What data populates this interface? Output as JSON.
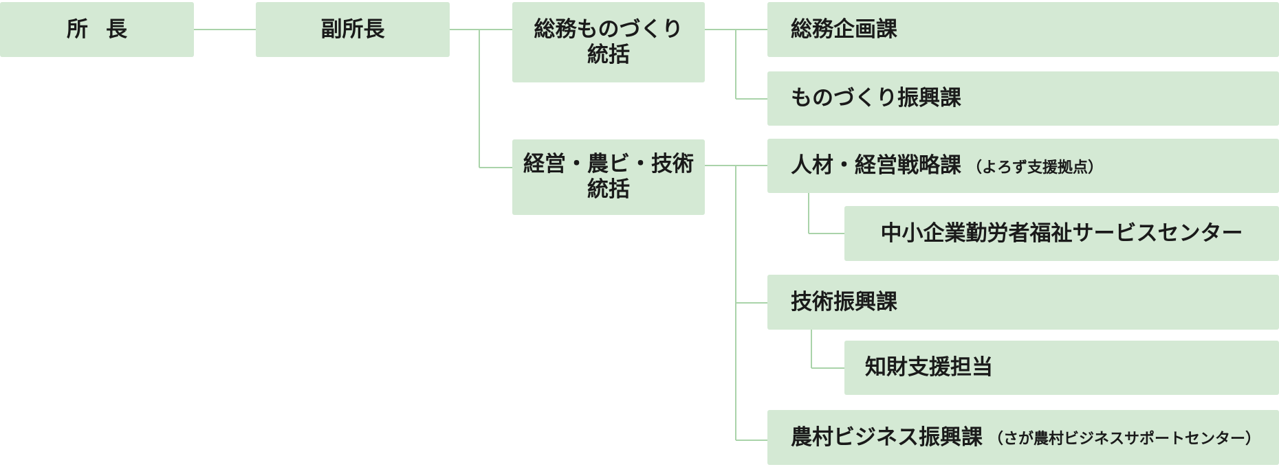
{
  "org": {
    "director": "所長",
    "deputy": "副所長",
    "g1": {
      "line1": "総務ものづくり",
      "line2": "統括"
    },
    "g2": {
      "line1": "経営・農ビ・技術",
      "line2": "統括"
    },
    "general_affairs": "総務企画課",
    "manufacturing": "ものづくり振興課",
    "hr": {
      "label": "人材・経営戦略課",
      "note": "（よろず支援拠点）"
    },
    "welfare_center": "中小企業勤労者福祉サービスセンター",
    "tech": "技術振興課",
    "ip": "知財支援担当",
    "rural": {
      "label": "農村ビジネス振興課",
      "note": "（さが農村ビジネスサポートセンター）"
    }
  }
}
